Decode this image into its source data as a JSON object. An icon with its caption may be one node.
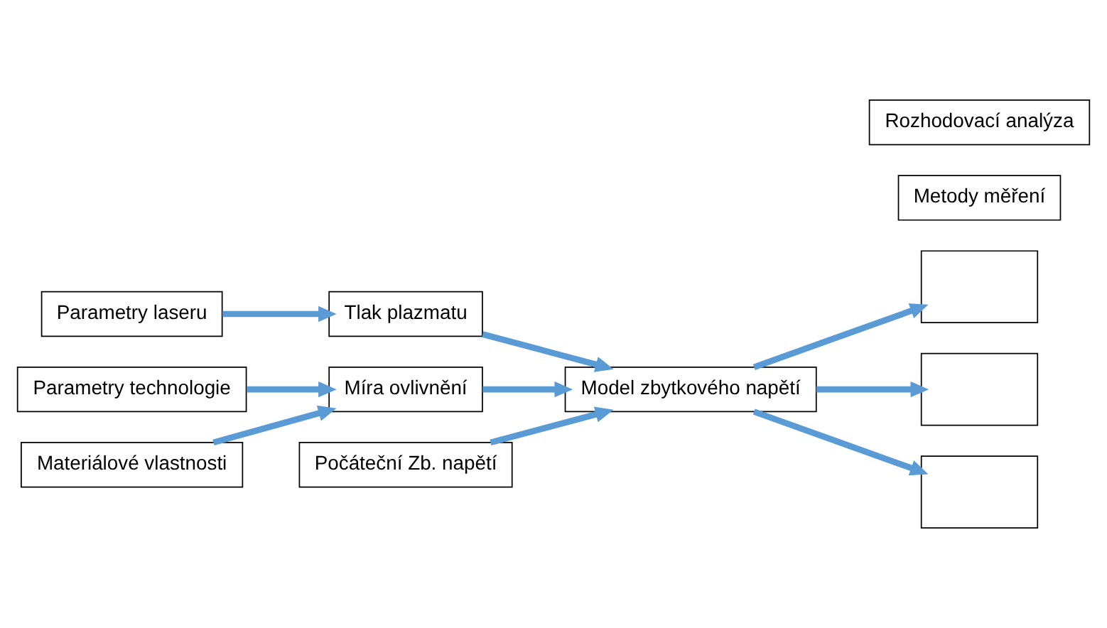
{
  "diagram": {
    "nodes": [
      {
        "text": [
          "Parametry laseru"
        ]
      },
      {
        "text": [
          "Parametry technologie"
        ]
      },
      {
        "text": [
          "Materiálové vlastnosti"
        ]
      },
      {
        "text": [
          "Tlak plazmatu"
        ]
      },
      {
        "text": [
          "Míra ovlivnění"
        ]
      },
      {
        "text": [
          "Počáteční Zb. napětí"
        ]
      },
      {
        "text": [
          "Model zbytkového napětí"
        ]
      },
      {
        "text": [
          "Rozhodovací analýza"
        ]
      },
      {
        "text": [
          "Metody měření"
        ]
      },
      {
        "text": [],
        "shape": "chart"
      },
      {
        "text": [],
        "shape": "chart"
      },
      {
        "text": [],
        "shape": "chart"
      }
    ],
    "edges": [
      {
        "from": 0,
        "to": 3,
        "arrow": "to"
      },
      {
        "from": 1,
        "to": 4,
        "arrow": "to"
      },
      {
        "from": 2,
        "to": 4,
        "arrow": "to"
      },
      {
        "from": 3,
        "to": 6,
        "arrow": "to"
      },
      {
        "from": 4,
        "to": 6,
        "arrow": "to"
      },
      {
        "from": 5,
        "to": 6,
        "arrow": "to"
      },
      {
        "from": 6,
        "to": 9,
        "arrow": "to"
      },
      {
        "from": 6,
        "to": 10,
        "arrow": "to"
      },
      {
        "from": 6,
        "to": 11,
        "arrow": "to"
      }
    ]
  }
}
